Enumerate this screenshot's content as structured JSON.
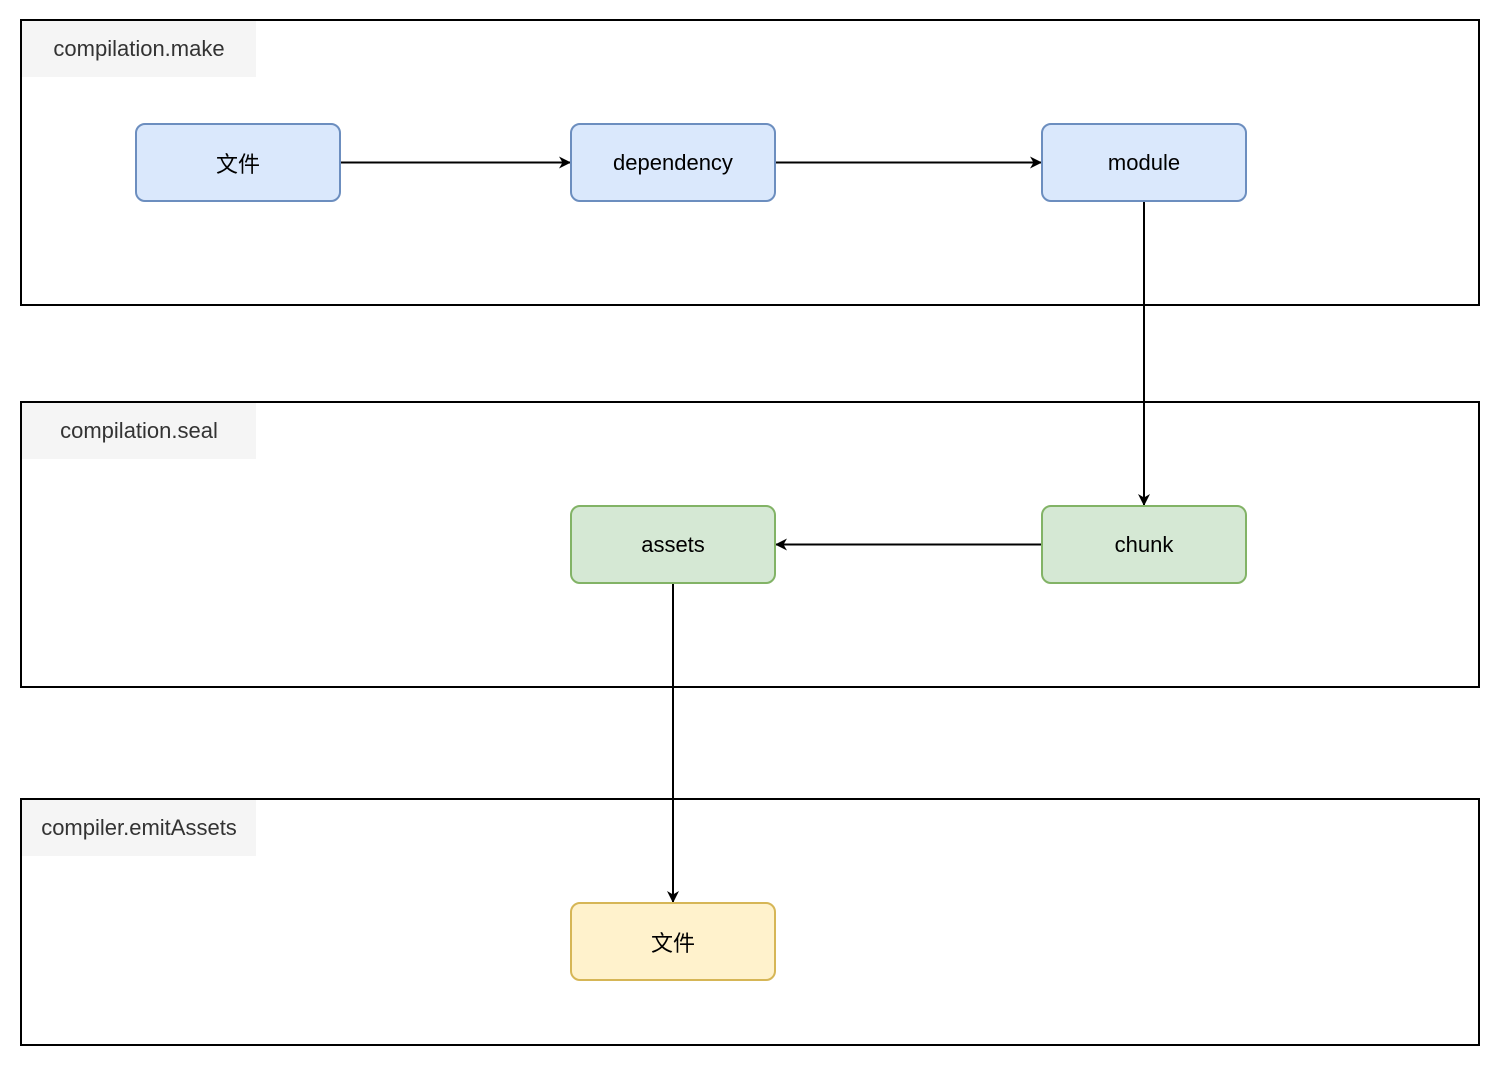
{
  "colors": {
    "blue_fill": "#dae8fc",
    "blue_stroke": "#6c8ebf",
    "green_fill": "#d5e8d4",
    "green_stroke": "#82b366",
    "yellow_fill": "#fff2cc",
    "yellow_stroke": "#d6b656",
    "edge": "#000000"
  },
  "stages": {
    "make": {
      "label": "compilation.make"
    },
    "seal": {
      "label": "compilation.seal"
    },
    "emit": {
      "label": "compiler.emitAssets"
    }
  },
  "nodes": {
    "file_in": {
      "label": "文件",
      "color": "blue"
    },
    "dependency": {
      "label": "dependency",
      "color": "blue"
    },
    "module": {
      "label": "module",
      "color": "blue"
    },
    "chunk": {
      "label": "chunk",
      "color": "green"
    },
    "assets": {
      "label": "assets",
      "color": "green"
    },
    "file_out": {
      "label": "文件",
      "color": "yellow"
    }
  },
  "edges": [
    {
      "from": "file_in",
      "to": "dependency"
    },
    {
      "from": "dependency",
      "to": "module"
    },
    {
      "from": "module",
      "to": "chunk"
    },
    {
      "from": "chunk",
      "to": "assets"
    },
    {
      "from": "assets",
      "to": "file_out"
    }
  ]
}
